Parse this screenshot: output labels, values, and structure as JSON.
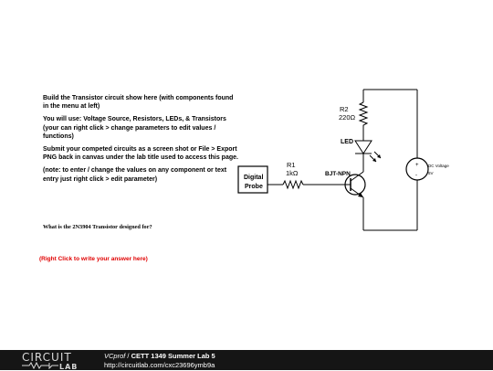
{
  "instructions": {
    "p1": "Build the Transistor circuit show here (with components found in the menu at left)",
    "p2": "You will use: Voltage Source, Resistors, LEDs, & Transistors (your can right click > change parameters to edit values / functions)",
    "p3": "Submit your competed circuits as a screen shot or File > Export PNG back in canvas under the lab title used to access this page.",
    "p4": "(note: to enter / change the values on any component or text entry just right click > edit parameter)"
  },
  "question": "What is the 2N3904 Transistor designed for?",
  "answer_prompt": "(Right Click to write your answer here)",
  "schematic": {
    "probe_line1": "Digital",
    "probe_line2": "Probe",
    "r1_name": "R1",
    "r1_value": "1kΩ",
    "transistor_label": "BJT-NPN",
    "r2_name": "R2",
    "r2_value": "220Ω",
    "led_label": "LED",
    "source_label": "DC Voltage",
    "source_value": "5V"
  },
  "footer": {
    "logo_top": "CIRCUIT",
    "logo_bottom": "LAB",
    "user": "VCprof",
    "separator": " / ",
    "title": "CETT 1349 Summer Lab 5",
    "url": "http://circuitlab.com/cxc23696ymb9a"
  },
  "colors": {
    "answer_prompt": "#e00000",
    "footer_bg": "#151515"
  }
}
